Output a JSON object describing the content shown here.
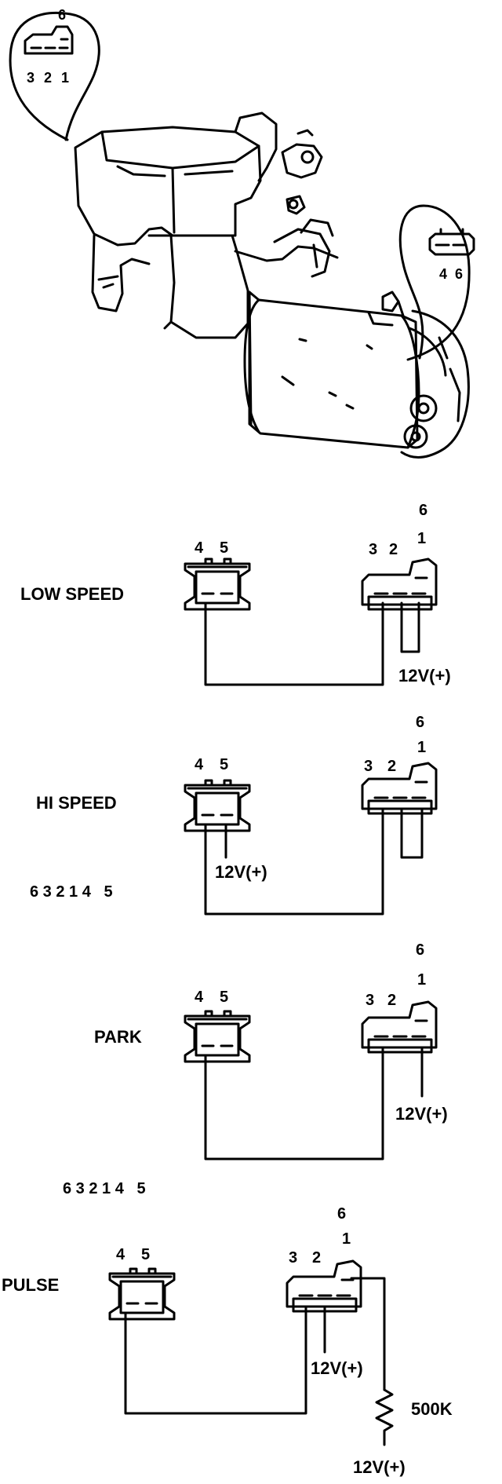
{
  "motor_illustration": {
    "connector_a_pins": [
      "6",
      "3",
      "2",
      "1"
    ],
    "connector_b_pins": [
      "4",
      "6"
    ]
  },
  "modes": [
    {
      "label": "LOW SPEED",
      "small_pins": [
        "4",
        "5"
      ],
      "big_pins": [
        "6",
        "3",
        "2",
        "1"
      ],
      "voltage": "12V(+)"
    },
    {
      "label": "HI SPEED",
      "small_pins": [
        "4",
        "5"
      ],
      "big_pins": [
        "6",
        "3",
        "2",
        "1"
      ],
      "voltage": "12V(+)"
    },
    {
      "label": "PARK",
      "small_pins": [
        "4",
        "5"
      ],
      "big_pins": [
        "6",
        "3",
        "2",
        "1"
      ],
      "voltage": "12V(+)"
    },
    {
      "label": "PULSE",
      "small_pins": [
        "4",
        "5"
      ],
      "big_pins": [
        "6",
        "3",
        "2",
        "1"
      ],
      "voltage": "12V(+)",
      "resistor": "500K",
      "voltage2": "12V(+)"
    }
  ],
  "pin_sequences": [
    "6 3 2 1 4   5",
    "6 3 2 1 4   5"
  ]
}
